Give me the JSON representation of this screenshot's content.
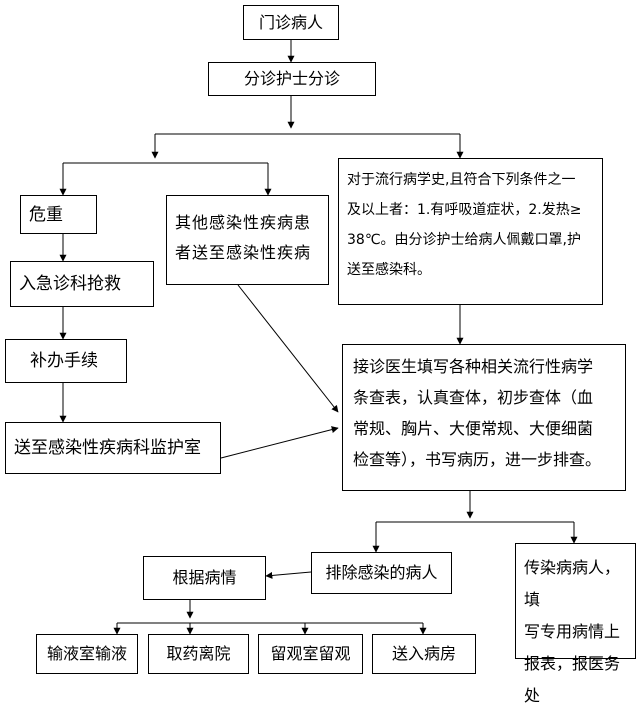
{
  "nodes": {
    "outpatient": "门诊病人",
    "triage": "分诊护士分诊",
    "critical": "危重",
    "emergency": "入急诊科抢救",
    "paperwork": "补办手续",
    "monitor": "送至感染性疾病科监护室",
    "other_infectious": [
      "其他感染性疾病患",
      "者送至感染性疾病"
    ],
    "epidemic_condition": [
      "对于流行病学史,且符合下列条件之一",
      "及以上者：1.有呼吸道症状，2.发热≥",
      "38℃。由分诊护士给病人佩戴口罩,护",
      "送至感染科。"
    ],
    "doctor_exam": [
      "接诊医生填写各种相关流行性病学",
      "条查表，认真查体，初步查体（血",
      "常规、胸片、大便常规、大便细菌",
      "检查等），书写病历，进一步排查。"
    ],
    "exclude": "排除感染的病人",
    "by_condition": "根据病情",
    "infectious_patient": [
      "传染病病人，填",
      "写专用病情上",
      "报表，报医务处"
    ],
    "infusion": "输液室输液",
    "discharge": "取药离院",
    "observation": "留观室留观",
    "ward": "送入病房"
  }
}
